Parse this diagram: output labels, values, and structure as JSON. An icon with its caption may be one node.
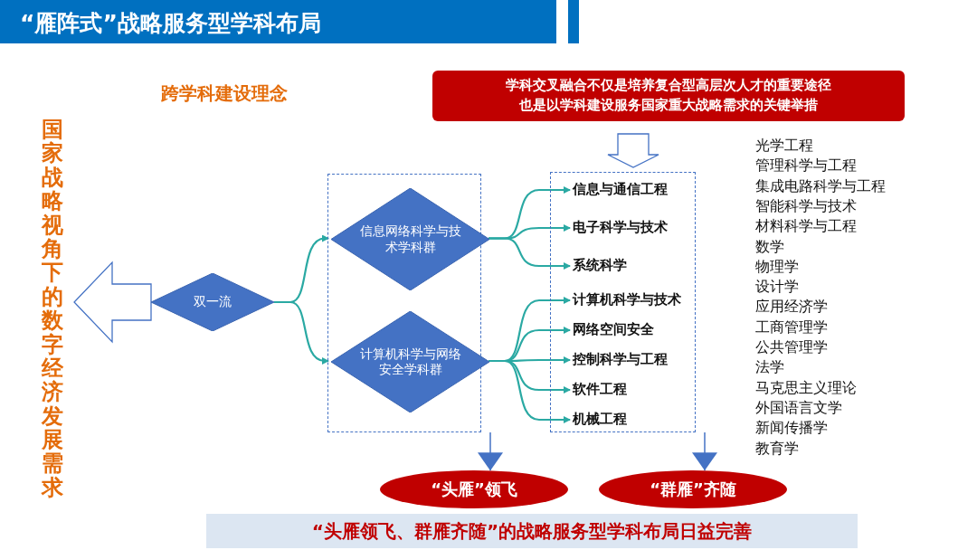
{
  "diagram": {
    "title": "“雁阵式”战略服务型学科布局",
    "nodes": [
      {
        "text": [
          "学科交叉融合不仅是培养复合型高层次人才的重要途径",
          "也是以学科建设服务国家重大战略需求的关键举措"
        ]
      },
      {
        "text": [
          "国家战略视角下的数字经济发展需求"
        ]
      },
      {
        "text": [
          "双一流"
        ]
      },
      {
        "text": [],
        "shape": "box"
      },
      {
        "text": [
          "信息网络科学与技术学科群"
        ],
        "in": 3
      },
      {
        "text": [
          "计算机科学与网络安全学科群"
        ],
        "in": 3
      },
      {
        "text": [],
        "shape": "box"
      },
      {
        "text": [
          "信息与通信工程"
        ],
        "in": 6
      },
      {
        "text": [
          "电子科学与技术"
        ],
        "in": 6
      },
      {
        "text": [
          "系统科学"
        ],
        "in": 6
      },
      {
        "text": [
          "计算机科学与技术"
        ],
        "in": 6
      },
      {
        "text": [
          "网络空间安全"
        ],
        "in": 6
      },
      {
        "text": [
          "控制科学与工程"
        ],
        "in": 6
      },
      {
        "text": [
          "软件工程"
        ],
        "in": 6
      },
      {
        "text": [
          "机械工程"
        ],
        "in": 6
      },
      {
        "text": [
          "“头雁”领飞"
        ]
      },
      {
        "text": [
          "“群雁”齐随"
        ]
      },
      {
        "text": [
          "“头雁领飞、群雁齐随”的战略服务型学科布局日益完善"
        ]
      }
    ],
    "edges": [
      {
        "from": 2,
        "to": 1,
        "arrow": "to",
        "style": "thick"
      },
      {
        "from": 0,
        "to": 6,
        "arrow": "to",
        "style": "thick"
      },
      {
        "from": 2,
        "to": 4,
        "arrow": "to"
      },
      {
        "from": 2,
        "to": 5,
        "arrow": "to"
      },
      {
        "from": 4,
        "to": 7,
        "arrow": "to"
      },
      {
        "from": 4,
        "to": 8,
        "arrow": "to"
      },
      {
        "from": 4,
        "to": 9,
        "arrow": "to"
      },
      {
        "from": 5,
        "to": 10,
        "arrow": "to"
      },
      {
        "from": 5,
        "to": 11,
        "arrow": "to"
      },
      {
        "from": 5,
        "to": 12,
        "arrow": "to"
      },
      {
        "from": 5,
        "to": 13,
        "arrow": "to"
      },
      {
        "from": 5,
        "to": 14,
        "arrow": "to"
      },
      {
        "from": 3,
        "to": 15,
        "arrow": "to",
        "color": "#4472c4"
      },
      {
        "from": 6,
        "to": 16,
        "arrow": "to",
        "color": "#4472c4"
      }
    ],
    "labels": [
      "跨学科建设理念",
      "光学工程",
      "管理科学与工程",
      "集成电路科学与工程",
      "智能科学与技术",
      "材料科学与工程",
      "数学",
      "物理学",
      "设计学",
      "应用经济学",
      "工商管理学",
      "公共管理学",
      "法学",
      "马克思主义理论",
      "外国语言文学",
      "新闻传播学",
      "教育学"
    ]
  }
}
